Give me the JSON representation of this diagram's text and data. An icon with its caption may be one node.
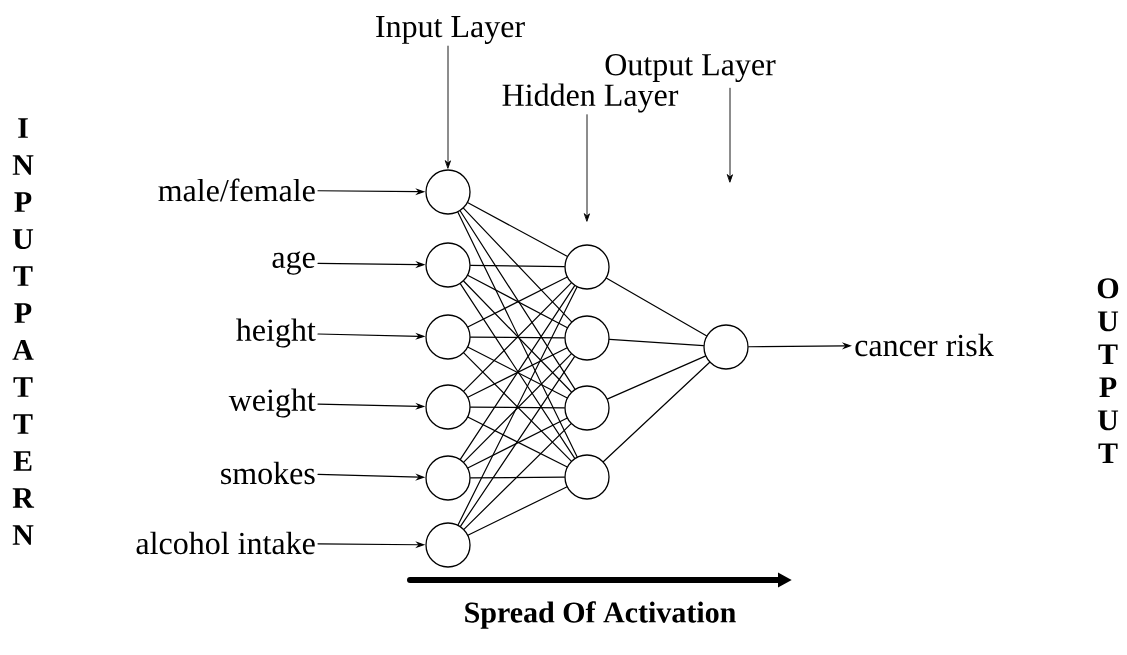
{
  "diagram": {
    "nodes": [
      {
        "text": [
          "male/female"
        ]
      },
      {
        "text": [
          "age"
        ]
      },
      {
        "text": [
          "height"
        ]
      },
      {
        "text": [
          "weight"
        ]
      },
      {
        "text": [
          "smokes"
        ]
      },
      {
        "text": [
          "alcohol intake"
        ]
      },
      {
        "text": [],
        "shape": "circle"
      },
      {
        "text": [],
        "shape": "circle"
      },
      {
        "text": [],
        "shape": "circle"
      },
      {
        "text": [],
        "shape": "circle"
      },
      {
        "text": [],
        "shape": "circle"
      },
      {
        "text": [],
        "shape": "circle"
      },
      {
        "text": [],
        "shape": "circle"
      },
      {
        "text": [],
        "shape": "circle"
      },
      {
        "text": [],
        "shape": "circle"
      },
      {
        "text": [],
        "shape": "circle"
      },
      {
        "text": [],
        "shape": "circle"
      },
      {
        "text": [
          "cancer risk"
        ]
      },
      {
        "text": [
          "Input Layer"
        ]
      },
      {
        "text": [
          "Hidden Layer"
        ]
      },
      {
        "text": [
          "Output Layer"
        ]
      }
    ],
    "edges": [
      {
        "from": 0,
        "to": 6,
        "arrow": "to"
      },
      {
        "from": 1,
        "to": 7,
        "arrow": "to"
      },
      {
        "from": 2,
        "to": 8,
        "arrow": "to"
      },
      {
        "from": 3,
        "to": 9,
        "arrow": "to"
      },
      {
        "from": 4,
        "to": 10,
        "arrow": "to"
      },
      {
        "from": 5,
        "to": 11,
        "arrow": "to"
      },
      {
        "from": 6,
        "to": 12,
        "arrow": "none"
      },
      {
        "from": 6,
        "to": 13,
        "arrow": "none"
      },
      {
        "from": 6,
        "to": 14,
        "arrow": "none"
      },
      {
        "from": 6,
        "to": 15,
        "arrow": "none"
      },
      {
        "from": 7,
        "to": 12,
        "arrow": "none"
      },
      {
        "from": 7,
        "to": 13,
        "arrow": "none"
      },
      {
        "from": 7,
        "to": 14,
        "arrow": "none"
      },
      {
        "from": 7,
        "to": 15,
        "arrow": "none"
      },
      {
        "from": 8,
        "to": 12,
        "arrow": "none"
      },
      {
        "from": 8,
        "to": 13,
        "arrow": "none"
      },
      {
        "from": 8,
        "to": 14,
        "arrow": "none"
      },
      {
        "from": 8,
        "to": 15,
        "arrow": "none"
      },
      {
        "from": 9,
        "to": 12,
        "arrow": "none"
      },
      {
        "from": 9,
        "to": 13,
        "arrow": "none"
      },
      {
        "from": 9,
        "to": 14,
        "arrow": "none"
      },
      {
        "from": 9,
        "to": 15,
        "arrow": "none"
      },
      {
        "from": 10,
        "to": 12,
        "arrow": "none"
      },
      {
        "from": 10,
        "to": 13,
        "arrow": "none"
      },
      {
        "from": 10,
        "to": 14,
        "arrow": "none"
      },
      {
        "from": 10,
        "to": 15,
        "arrow": "none"
      },
      {
        "from": 11,
        "to": 12,
        "arrow": "none"
      },
      {
        "from": 11,
        "to": 13,
        "arrow": "none"
      },
      {
        "from": 11,
        "to": 14,
        "arrow": "none"
      },
      {
        "from": 11,
        "to": 15,
        "arrow": "none"
      },
      {
        "from": 12,
        "to": 16,
        "arrow": "none"
      },
      {
        "from": 13,
        "to": 16,
        "arrow": "none"
      },
      {
        "from": 14,
        "to": 16,
        "arrow": "none"
      },
      {
        "from": 15,
        "to": 16,
        "arrow": "none"
      },
      {
        "from": 16,
        "to": 17,
        "arrow": "to"
      },
      {
        "from": 18,
        "to": 6,
        "arrow": "to"
      },
      {
        "from": 19,
        "to": 12,
        "arrow": "to"
      },
      {
        "from": 20,
        "to": null,
        "arrow": "to"
      }
    ],
    "labels": [
      "INPUT PATTERN",
      "OUTPUT",
      "Spread Of Activation"
    ]
  }
}
